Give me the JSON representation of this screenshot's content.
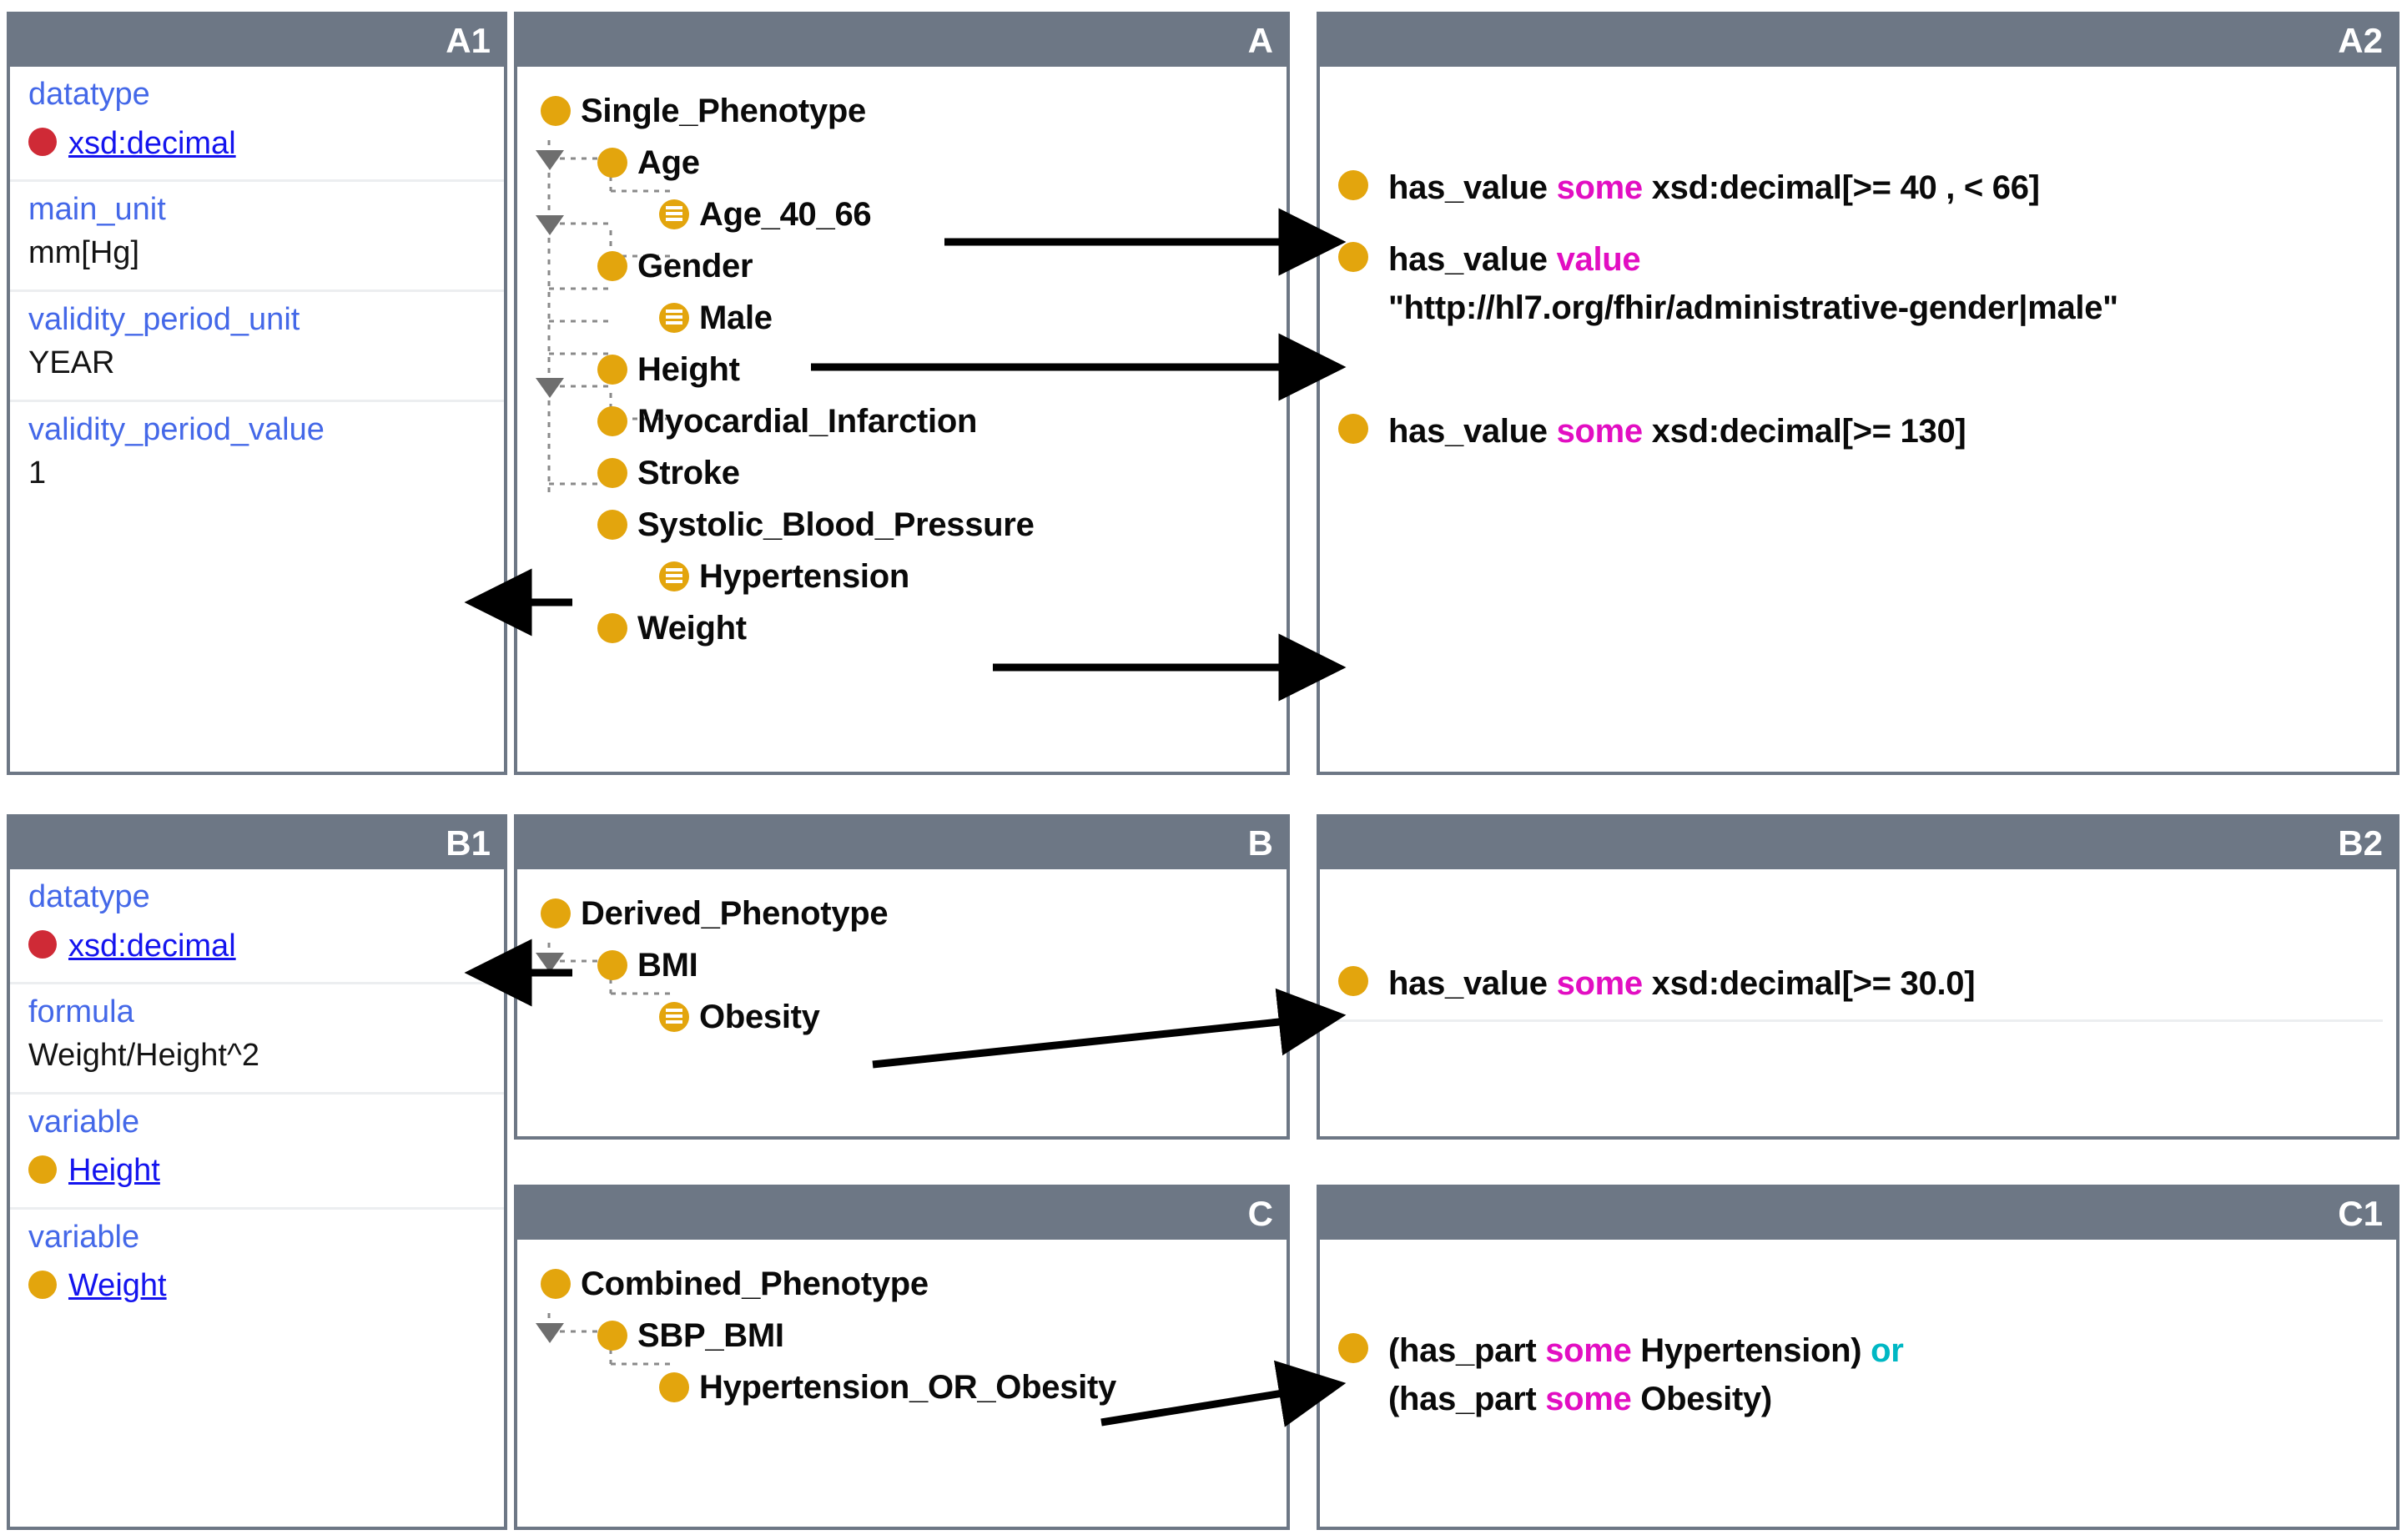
{
  "panels": {
    "a1": {
      "label": "A1",
      "rows": [
        {
          "key": "datatype",
          "value": "xsd:decimal",
          "icon": "red-dot-icon",
          "link": true
        },
        {
          "key": "main_unit",
          "value": "mm[Hg]",
          "icon": "none",
          "link": false
        },
        {
          "key": "validity_period_unit",
          "value": "YEAR",
          "icon": "none",
          "link": false
        },
        {
          "key": "validity_period_value",
          "value": "1",
          "icon": "none",
          "link": false
        }
      ]
    },
    "b1": {
      "label": "B1",
      "rows": [
        {
          "key": "datatype",
          "value": "xsd:decimal",
          "icon": "red-dot-icon",
          "link": true
        },
        {
          "key": "formula",
          "value": "Weight/Height^2",
          "icon": "none",
          "link": false
        },
        {
          "key": "variable",
          "value": "Height",
          "icon": "gold-dot-icon",
          "link": true
        },
        {
          "key": "variable",
          "value": "Weight",
          "icon": "gold-dot-icon",
          "link": true
        }
      ]
    },
    "a": {
      "label": "A",
      "nodes": [
        {
          "label": "Single_Phenotype",
          "level": 0,
          "icon": "class-icon",
          "expandable": false
        },
        {
          "label": "Age",
          "level": 1,
          "icon": "class-icon",
          "expandable": true
        },
        {
          "label": "Age_40_66",
          "level": 2,
          "icon": "individual-icon",
          "expandable": false
        },
        {
          "label": "Gender",
          "level": 1,
          "icon": "class-icon",
          "expandable": true
        },
        {
          "label": "Male",
          "level": 2,
          "icon": "individual-icon",
          "expandable": false
        },
        {
          "label": "Height",
          "level": 1,
          "icon": "class-icon",
          "expandable": false
        },
        {
          "label": "Myocardial_Infarction",
          "level": 1,
          "icon": "class-icon",
          "expandable": false
        },
        {
          "label": "Stroke",
          "level": 1,
          "icon": "class-icon",
          "expandable": false
        },
        {
          "label": "Systolic_Blood_Pressure",
          "level": 1,
          "icon": "class-icon",
          "expandable": true
        },
        {
          "label": "Hypertension",
          "level": 2,
          "icon": "individual-icon",
          "expandable": false
        },
        {
          "label": "Weight",
          "level": 1,
          "icon": "class-icon",
          "expandable": false
        }
      ]
    },
    "b": {
      "label": "B",
      "nodes": [
        {
          "label": "Derived_Phenotype",
          "level": 0,
          "icon": "class-icon",
          "expandable": false
        },
        {
          "label": "BMI",
          "level": 1,
          "icon": "class-icon",
          "expandable": true
        },
        {
          "label": "Obesity",
          "level": 2,
          "icon": "individual-icon",
          "expandable": false
        }
      ]
    },
    "c": {
      "label": "C",
      "nodes": [
        {
          "label": "Combined_Phenotype",
          "level": 0,
          "icon": "class-icon",
          "expandable": false
        },
        {
          "label": "SBP_BMI",
          "level": 1,
          "icon": "class-icon",
          "expandable": true
        },
        {
          "label": "Hypertension_OR_Obesity",
          "level": 2,
          "icon": "class-icon",
          "expandable": false
        }
      ]
    },
    "a2": {
      "label": "A2",
      "axioms": [
        {
          "parts": [
            {
              "t": "has_value ",
              "k": "plain"
            },
            {
              "t": "some",
              "k": "some"
            },
            {
              "t": " xsd:decimal[>= 40 , < 66]",
              "k": "plain"
            }
          ]
        },
        {
          "parts": [
            {
              "t": "has_value ",
              "k": "plain"
            },
            {
              "t": "value",
              "k": "value"
            },
            {
              "t": "\n\"http://hl7.org/fhir/administrative-gender|male\"",
              "k": "plain"
            }
          ]
        },
        {
          "parts": [
            {
              "t": "has_value ",
              "k": "plain"
            },
            {
              "t": "some",
              "k": "some"
            },
            {
              "t": " xsd:decimal[>= 130]",
              "k": "plain"
            }
          ]
        }
      ]
    },
    "b2": {
      "label": "B2",
      "axioms": [
        {
          "parts": [
            {
              "t": "has_value ",
              "k": "plain"
            },
            {
              "t": "some",
              "k": "some"
            },
            {
              "t": " xsd:decimal[>= 30.0]",
              "k": "plain"
            }
          ]
        }
      ]
    },
    "c1": {
      "label": "C1",
      "axioms": [
        {
          "parts": [
            {
              "t": "(has_part ",
              "k": "plain"
            },
            {
              "t": "some",
              "k": "some"
            },
            {
              "t": " Hypertension) ",
              "k": "plain"
            },
            {
              "t": "or",
              "k": "or"
            },
            {
              "t": "\n(has_part ",
              "k": "plain"
            },
            {
              "t": "some",
              "k": "some"
            },
            {
              "t": " Obesity)",
              "k": "plain"
            }
          ]
        }
      ]
    }
  },
  "colors": {
    "header_bg": "#6d7785",
    "class_icon": "#e3a50d",
    "datatype_icon": "#cf2a36",
    "key_text": "#4468e8",
    "link_text": "#1414ee",
    "keyword_some": "#e20ec2",
    "keyword_or": "#00b8c4"
  }
}
